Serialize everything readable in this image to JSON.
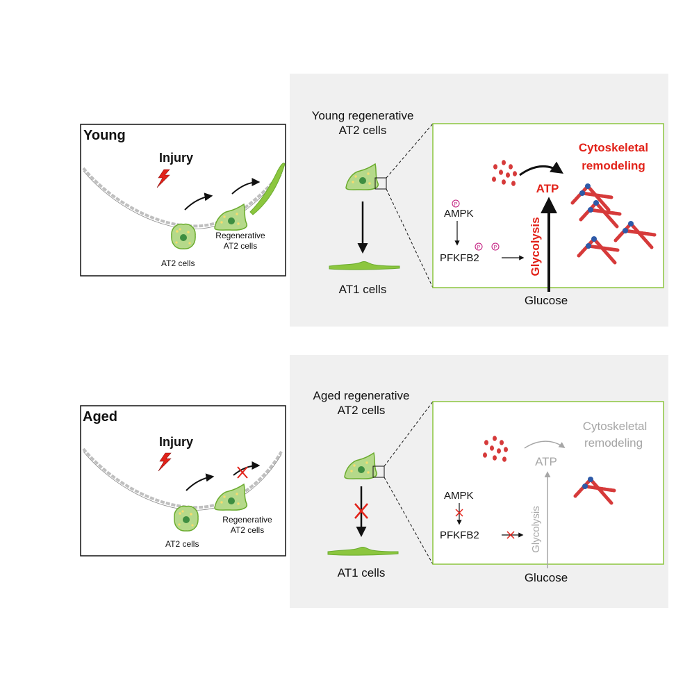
{
  "colors": {
    "panel_bg": "#f0f0f0",
    "cell_green": "#8cc63f",
    "cell_fill": "#b5d98a",
    "nucleus": "#3e8e41",
    "droplet": "#f7dc6f",
    "accent_red": "#e2231a",
    "muted_gray": "#a6a6a6",
    "actin_red": "#d63a3a",
    "actin_blue": "#2e5aa8",
    "phospho_pink": "#c0147a"
  },
  "young": {
    "panel_label": "Young",
    "injury_label": "Injury",
    "at2_label": "AT2 cells",
    "regen_label_line1": "Regenerative",
    "regen_label_line2": "AT2 cells",
    "cell_title_line1": "Young regenerative",
    "cell_title_line2": "AT2 cells",
    "at1_label": "AT1 cells",
    "zoom": {
      "ampk": "AMPK",
      "pfkfb2": "PFKFB2",
      "phospho": "P",
      "glycolysis": "Glycolysis",
      "atp": "ATP",
      "glucose": "Glucose",
      "cyto_line1": "Cytoskeletal",
      "cyto_line2": "remodeling"
    }
  },
  "aged": {
    "panel_label": "Aged",
    "injury_label": "Injury",
    "at2_label": "AT2 cells",
    "regen_label_line1": "Regenerative",
    "regen_label_line2": "AT2 cells",
    "cell_title_line1": "Aged regenerative",
    "cell_title_line2": "AT2 cells",
    "at1_label": "AT1 cells",
    "zoom": {
      "ampk": "AMPK",
      "pfkfb2": "PFKFB2",
      "glycolysis": "Glycolysis",
      "atp": "ATP",
      "glucose": "Glucose",
      "cyto_line1": "Cytoskeletal",
      "cyto_line2": "remodeling"
    }
  }
}
